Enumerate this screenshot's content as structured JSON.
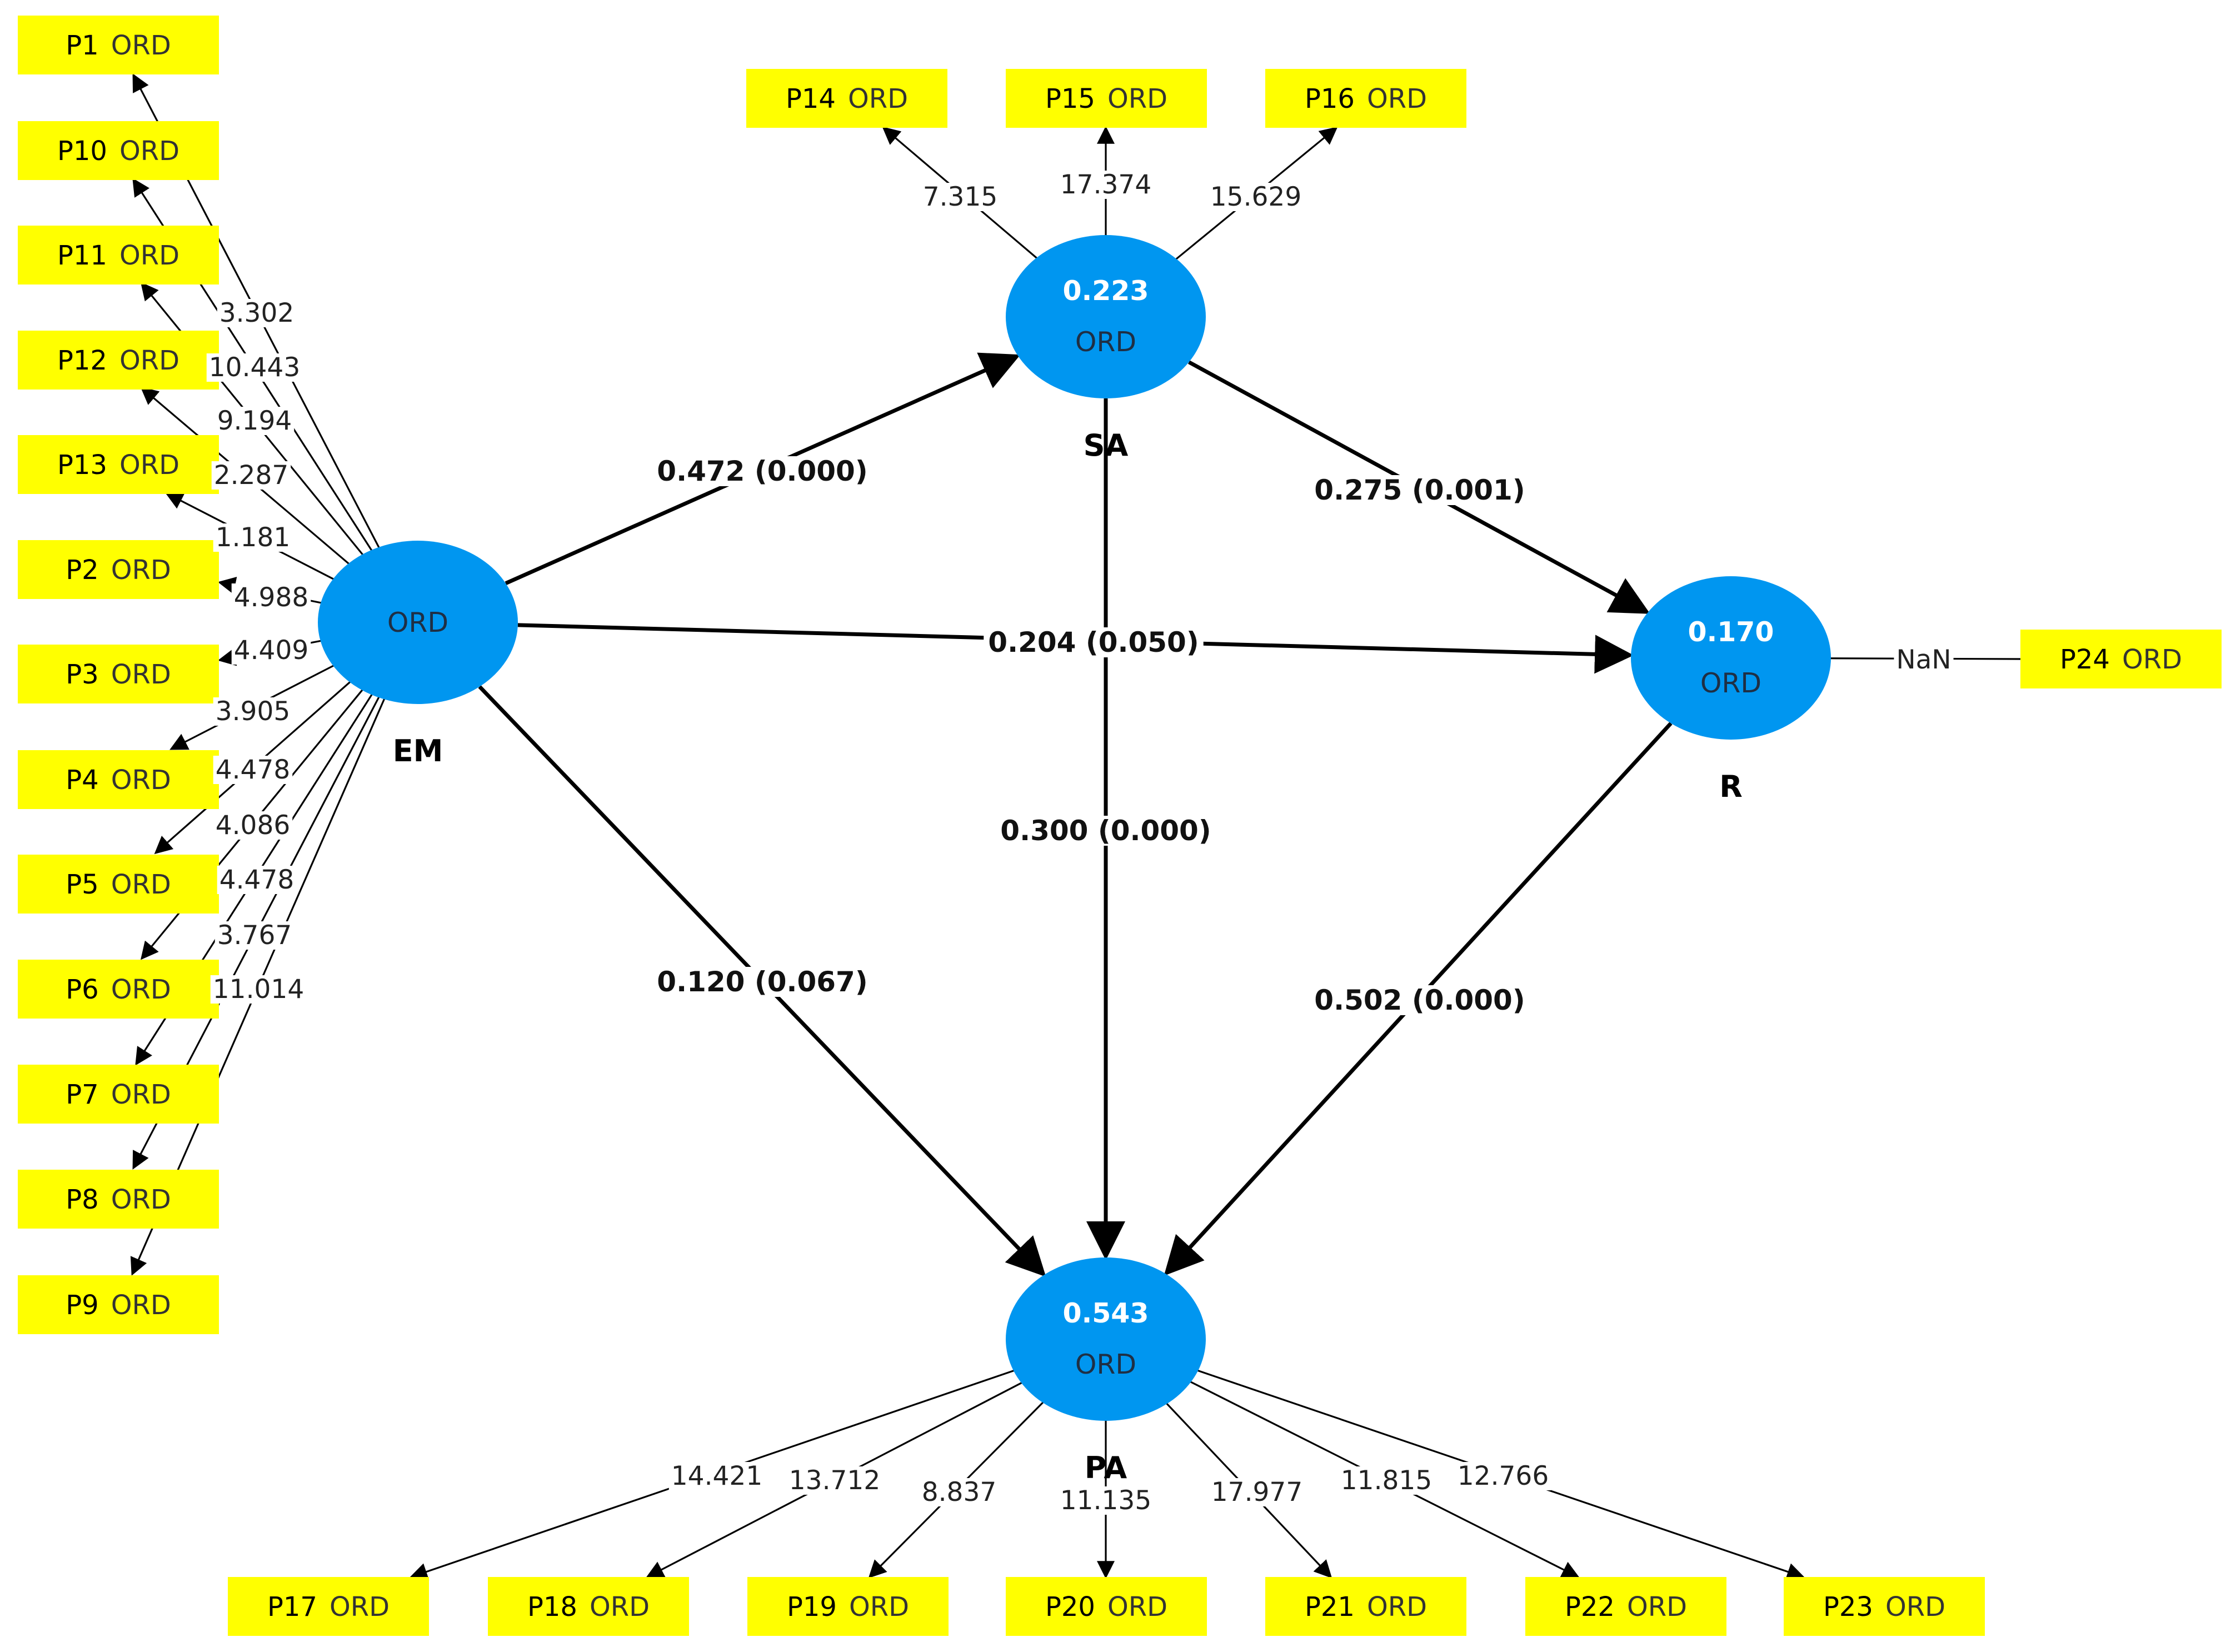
{
  "colors": {
    "indicator_fill": "#FFFF00",
    "construct_fill": "#0096F0",
    "edge": "#000000"
  },
  "constructs": [
    {
      "id": "EM",
      "name": "EM",
      "r2": "",
      "sub": "ORD"
    },
    {
      "id": "SA",
      "name": "SA",
      "r2": "0.223",
      "sub": "ORD"
    },
    {
      "id": "R",
      "name": "R",
      "r2": "0.170",
      "sub": "ORD"
    },
    {
      "id": "PA",
      "name": "PA",
      "r2": "0.543",
      "sub": "ORD"
    }
  ],
  "indicators": [
    {
      "id": "P1",
      "label": "P1",
      "suffix": "ORD",
      "construct": "EM",
      "weight": "3.302"
    },
    {
      "id": "P10",
      "label": "P10",
      "suffix": "ORD",
      "construct": "EM",
      "weight": "10.443"
    },
    {
      "id": "P11",
      "label": "P11",
      "suffix": "ORD",
      "construct": "EM",
      "weight": "9.194"
    },
    {
      "id": "P12",
      "label": "P12",
      "suffix": "ORD",
      "construct": "EM",
      "weight": "2.287"
    },
    {
      "id": "P13",
      "label": "P13",
      "suffix": "ORD",
      "construct": "EM",
      "weight": "1.181"
    },
    {
      "id": "P2",
      "label": "P2",
      "suffix": "ORD",
      "construct": "EM",
      "weight": "4.988"
    },
    {
      "id": "P3",
      "label": "P3",
      "suffix": "ORD",
      "construct": "EM",
      "weight": "4.409"
    },
    {
      "id": "P4",
      "label": "P4",
      "suffix": "ORD",
      "construct": "EM",
      "weight": "3.905"
    },
    {
      "id": "P5",
      "label": "P5",
      "suffix": "ORD",
      "construct": "EM",
      "weight": "4.478"
    },
    {
      "id": "P6",
      "label": "P6",
      "suffix": "ORD",
      "construct": "EM",
      "weight": "4.086"
    },
    {
      "id": "P7",
      "label": "P7",
      "suffix": "ORD",
      "construct": "EM",
      "weight": "4.478"
    },
    {
      "id": "P8",
      "label": "P8",
      "suffix": "ORD",
      "construct": "EM",
      "weight": "3.767"
    },
    {
      "id": "P9",
      "label": "P9",
      "suffix": "ORD",
      "construct": "EM",
      "weight": "11.014"
    },
    {
      "id": "P14",
      "label": "P14",
      "suffix": "ORD",
      "construct": "SA",
      "weight": "7.315"
    },
    {
      "id": "P15",
      "label": "P15",
      "suffix": "ORD",
      "construct": "SA",
      "weight": "17.374"
    },
    {
      "id": "P16",
      "label": "P16",
      "suffix": "ORD",
      "construct": "SA",
      "weight": "15.629"
    },
    {
      "id": "P24",
      "label": "P24",
      "suffix": "ORD",
      "construct": "R",
      "weight": "NaN"
    },
    {
      "id": "P17",
      "label": "P17",
      "suffix": "ORD",
      "construct": "PA",
      "weight": "14.421"
    },
    {
      "id": "P18",
      "label": "P18",
      "suffix": "ORD",
      "construct": "PA",
      "weight": "13.712"
    },
    {
      "id": "P19",
      "label": "P19",
      "suffix": "ORD",
      "construct": "PA",
      "weight": "8.837"
    },
    {
      "id": "P20",
      "label": "P20",
      "suffix": "ORD",
      "construct": "PA",
      "weight": "11.135"
    },
    {
      "id": "P21",
      "label": "P21",
      "suffix": "ORD",
      "construct": "PA",
      "weight": "17.977"
    },
    {
      "id": "P22",
      "label": "P22",
      "suffix": "ORD",
      "construct": "PA",
      "weight": "11.815"
    },
    {
      "id": "P23",
      "label": "P23",
      "suffix": "ORD",
      "construct": "PA",
      "weight": "12.766"
    }
  ],
  "paths": [
    {
      "from": "EM",
      "to": "SA",
      "label": "0.472 (0.000)"
    },
    {
      "from": "SA",
      "to": "R",
      "label": "0.275 (0.001)"
    },
    {
      "from": "EM",
      "to": "R",
      "label": "0.204 (0.050)"
    },
    {
      "from": "SA",
      "to": "PA",
      "label": "0.300 (0.000)"
    },
    {
      "from": "EM",
      "to": "PA",
      "label": "0.120 (0.067)"
    },
    {
      "from": "R",
      "to": "PA",
      "label": "0.502 (0.000)"
    }
  ]
}
